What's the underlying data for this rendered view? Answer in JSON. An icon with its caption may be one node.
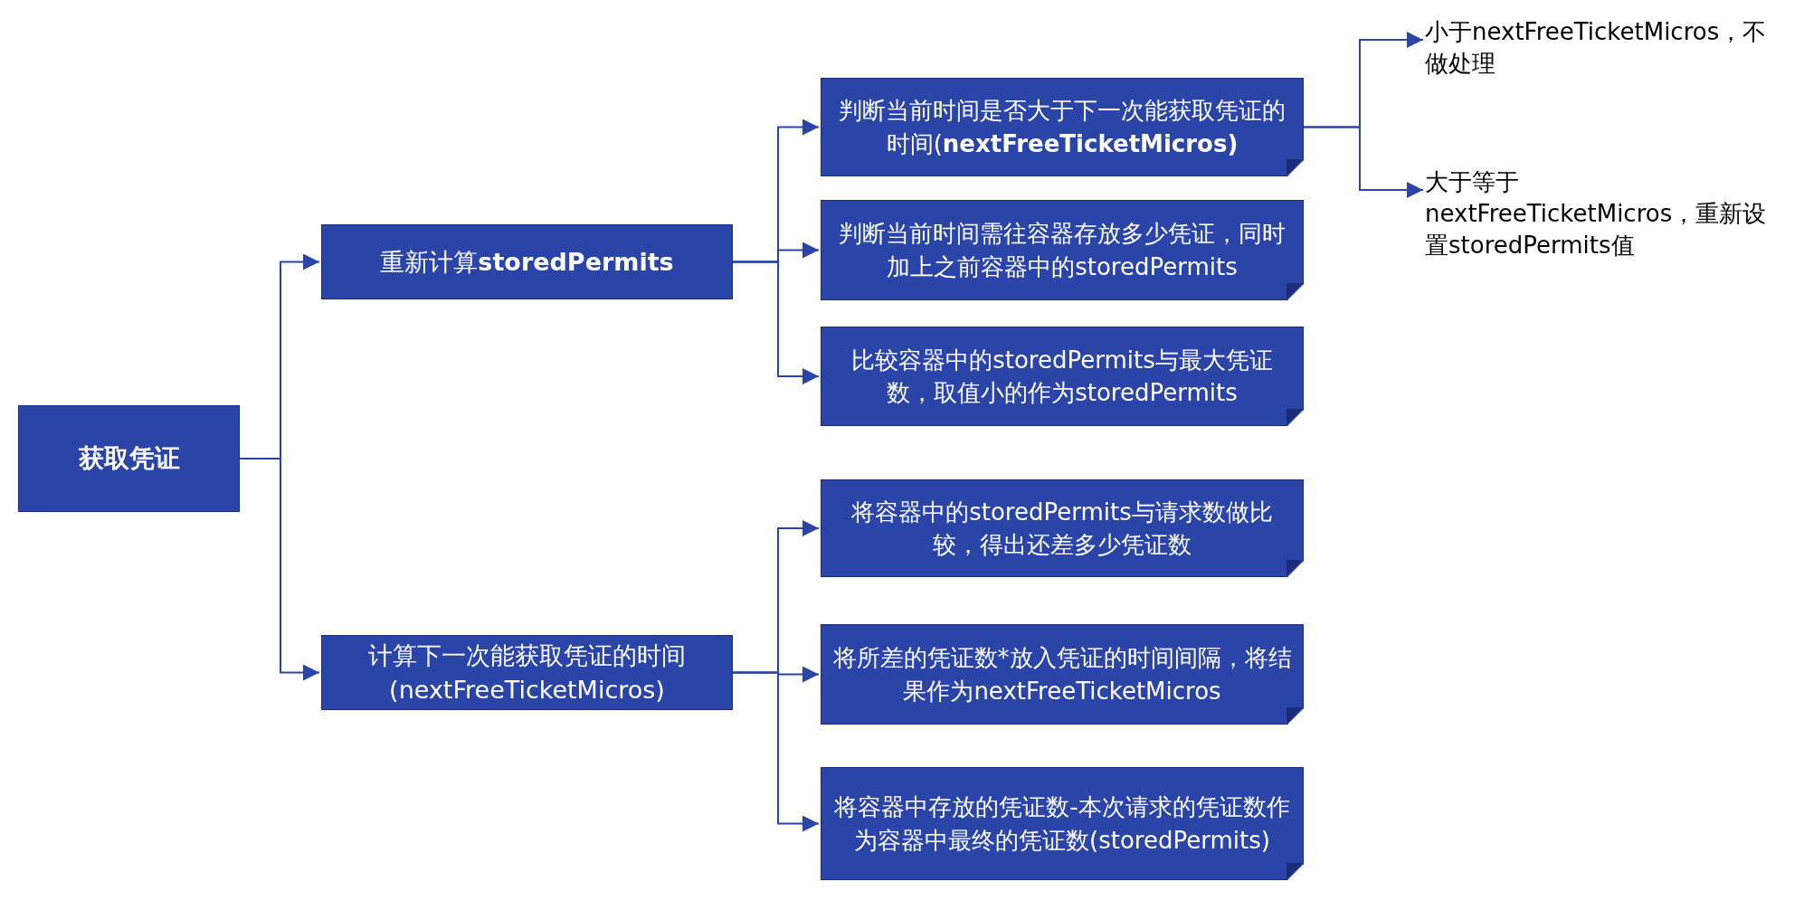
{
  "diagram": {
    "nodes": [
      {
        "text": [
          "获取凭证"
        ]
      },
      {
        "text": [
          "重新计算**storedPermits**"
        ]
      },
      {
        "text": [
          "计算下一次能获取凭证的时间(nextFreeTicketMicros)"
        ]
      },
      {
        "text": [
          "判断当前时间是否大于下一次能获取凭证的时间(**nextFreeTicketMicros)**"
        ]
      },
      {
        "text": [
          "判断当前时间需往容器存放多少凭证，同时加上之前容器中的storedPermits"
        ]
      },
      {
        "text": [
          "比较容器中的storedPermits与最大凭证数，取值小的作为storedPermits"
        ]
      },
      {
        "text": [
          "将容器中的storedPermits与请求数做比较，得出还差多少凭证数"
        ]
      },
      {
        "text": [
          "将所差的凭证数*放入凭证的时间间隔，将结果作为nextFreeTicketMicros"
        ]
      },
      {
        "text": [
          "将容器中存放的凭证数-本次请求的凭证数作为容器中最终的凭证数(storedPermits)"
        ]
      },
      {
        "text": [
          "小于nextFreeTicketMicros，不做处理"
        ]
      },
      {
        "text": [
          "大于等于nextFreeTicketMicros，重新设置storedPermits值"
        ]
      }
    ],
    "edges": [
      {
        "from": 0,
        "to": 1,
        "arrow": "to"
      },
      {
        "from": 0,
        "to": 2,
        "arrow": "to"
      },
      {
        "from": 1,
        "to": 3,
        "arrow": "to"
      },
      {
        "from": 1,
        "to": 4,
        "arrow": "to"
      },
      {
        "from": 1,
        "to": 5,
        "arrow": "to"
      },
      {
        "from": 2,
        "to": 6,
        "arrow": "to"
      },
      {
        "from": 2,
        "to": 7,
        "arrow": "to"
      },
      {
        "from": 2,
        "to": 8,
        "arrow": "to"
      },
      {
        "from": 3,
        "to": 9,
        "arrow": "to"
      },
      {
        "from": 3,
        "to": 10,
        "arrow": "to"
      }
    ]
  }
}
